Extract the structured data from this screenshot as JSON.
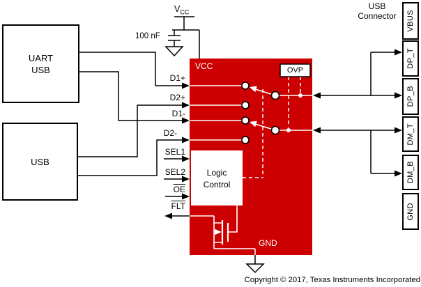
{
  "left": {
    "uart": [
      "UART",
      "USB"
    ],
    "usb": "USB"
  },
  "power": {
    "v": "V",
    "v_sub": "CC",
    "cap": "100 nF"
  },
  "ic": {
    "vcc": "VCC",
    "gnd": "GND",
    "ovp": "OVP",
    "logic": [
      "Logic",
      "Control"
    ],
    "pins": {
      "d1p": "D1+",
      "d2p": "D2+",
      "d1m": "D1-",
      "d2m": "D2-",
      "sel1": "SEL1",
      "sel2": "SEL2",
      "oe": "OE",
      "flt": "FLT"
    }
  },
  "connector": {
    "title": [
      "USB",
      "Connector"
    ],
    "pins": [
      "VBUS",
      "DP_T",
      "DP_B",
      "DM_T",
      "DM_B",
      "GND"
    ]
  },
  "footer": {
    "copyright": "Copyright © 2017, Texas Instruments Incorporated"
  },
  "colors": {
    "ic_red": "#cc0000",
    "wire": "#000000",
    "on_ic": "#ffffff"
  }
}
